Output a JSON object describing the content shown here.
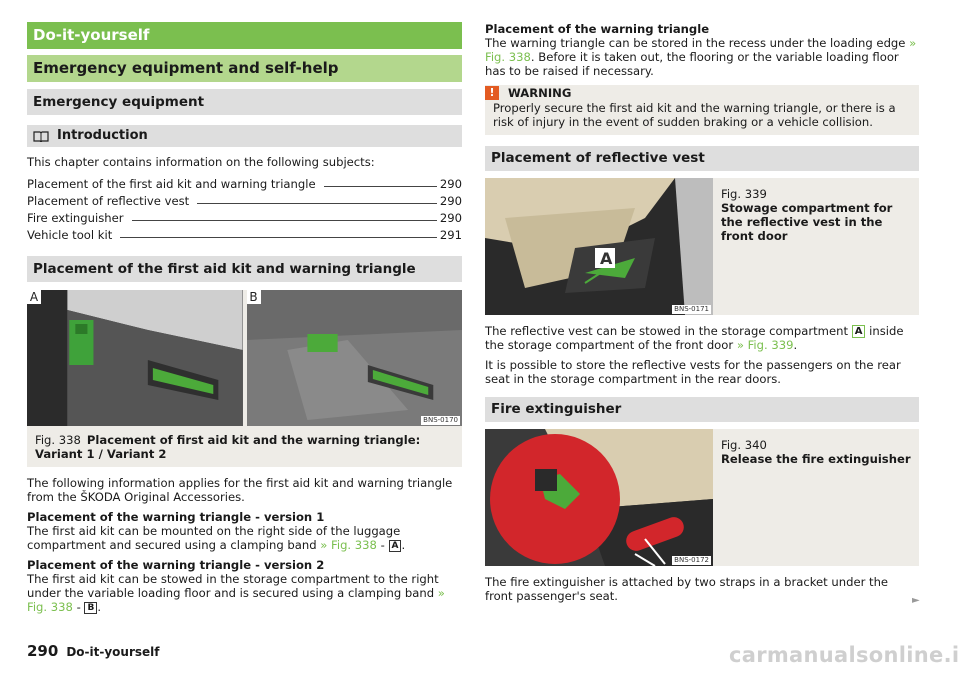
{
  "header": {
    "top_bar": "Do-it-yourself",
    "chapter": "Emergency equipment and self-help",
    "section": "Emergency equipment"
  },
  "introduction": {
    "heading": "Introduction",
    "icon": "book-icon",
    "text": "This chapter contains information on the following subjects:",
    "toc": [
      {
        "title": "Placement of the first aid kit and warning triangle",
        "page": "290"
      },
      {
        "title": "Placement of reflective vest",
        "page": "290"
      },
      {
        "title": "Fire extinguisher",
        "page": "290"
      },
      {
        "title": "Vehicle tool kit",
        "page": "291"
      }
    ]
  },
  "first_aid": {
    "heading": "Placement of the first aid kit and warning triangle",
    "figure": {
      "label_a": "A",
      "label_b": "B",
      "code": "BNS-0170",
      "number": "Fig. 338",
      "caption": "Placement of first aid kit and the warning triangle: Variant 1 / Variant 2"
    },
    "intro": "The following information applies for the first aid kit and warning triangle from the ŠKODA Original Accessories.",
    "v1_title": "Placement of the warning triangle - version 1",
    "v1_text": "The first aid kit can be mounted on the right side of the luggage compartment and secured using a clamping band",
    "v1_ref": "» Fig. 338",
    "v1_key": "A",
    "v2_title": "Placement of the warning triangle - version 2",
    "v2_text": "The first aid kit can be stowed in the storage compartment to the right under the variable loading floor and is secured using a clamping band",
    "v2_ref": "» Fig. 338",
    "v2_key": "B"
  },
  "triangle": {
    "title": "Placement of the warning triangle",
    "text1": "The warning triangle can be stored in the recess under the loading edge",
    "ref": "» Fig. 338",
    "text2": ". Before it is taken out, the flooring or the variable loading floor has to be raised if necessary."
  },
  "warning": {
    "label": "WARNING",
    "text": "Properly secure the first aid kit and the warning triangle, or there is a risk of injury in the event of sudden braking or a vehicle collision."
  },
  "vest": {
    "heading": "Placement of reflective vest",
    "figure": {
      "number": "Fig. 339",
      "caption": "Stowage compartment for the reflective vest in the front door",
      "code": "BNS-0171",
      "tag": "A"
    },
    "p1_a": "The reflective vest can be stowed in the storage compartment",
    "p1_key": "A",
    "p1_b": "inside the storage compartment of the front door",
    "p1_ref": "» Fig. 339",
    "p2": "It is possible to store the reflective vests for the passengers on the rear seat in the storage compartment in the rear doors."
  },
  "extinguisher": {
    "heading": "Fire extinguisher",
    "figure": {
      "number": "Fig. 340",
      "caption": "Release the fire extinguisher",
      "code": "BNS-0172"
    },
    "text": "The fire extinguisher is attached by two straps in a bracket under the front passenger's seat."
  },
  "footer": {
    "page": "290",
    "chapter": "Do-it-yourself",
    "continue": "►",
    "watermark": "carmanualsonline.info"
  },
  "colors": {
    "accent": "#7bbf4f",
    "chapter": "#b3d78d",
    "section": "#dedede",
    "warning": "#e35b22"
  }
}
